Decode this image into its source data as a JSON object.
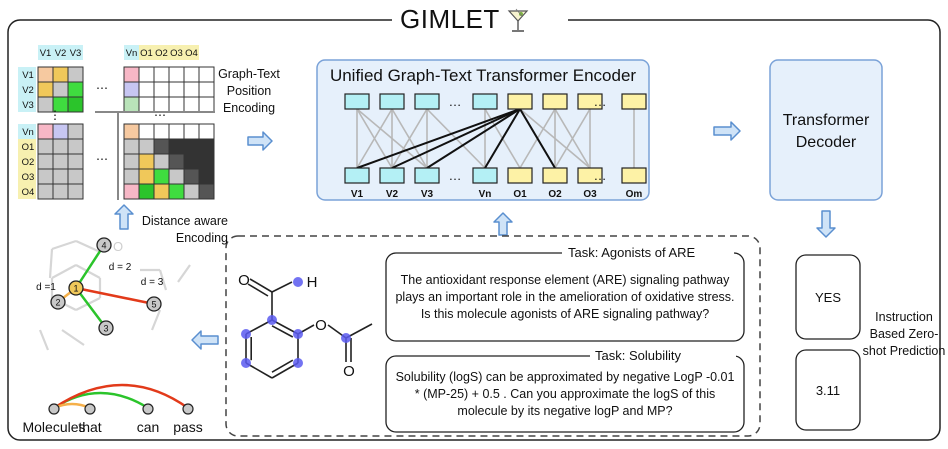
{
  "title": "GIMLET",
  "title_icon": "cocktail-glass-icon",
  "position_encoding_label": "Graph-Text Position Encoding",
  "distance_encoding_label": "Distance aware Encoding",
  "matrix": {
    "col_headers_left": [
      "V1",
      "V2",
      "V3"
    ],
    "col_headers_right": [
      "Vn",
      "O1",
      "O2",
      "O3",
      "O4"
    ],
    "row_headers_top": [
      "V1",
      "V2",
      "V3"
    ],
    "row_headers_bottom": [
      "Vn",
      "O1",
      "O2",
      "O3",
      "O4"
    ]
  },
  "encoder": {
    "title": "Unified Graph-Text Transformer Encoder",
    "bottom_labels": [
      "V1",
      "V2",
      "V3",
      "Vn",
      "O1",
      "O2",
      "O3",
      "Om"
    ]
  },
  "decoder": {
    "label_line1": "Transformer",
    "label_line2": "Decoder"
  },
  "molecule_graph": {
    "node_labels": [
      "1",
      "2",
      "3",
      "4",
      "5"
    ],
    "distance_labels": [
      "d =1",
      "d = 2",
      "d = 3"
    ],
    "oxygen_label": "O",
    "hydroxyl_label": "H"
  },
  "text_arc_words": [
    "Molecules",
    "that",
    "can",
    "pass"
  ],
  "tasks": [
    {
      "title": "Task: Agonists of ARE",
      "text": "The antioxidant response element (ARE) signaling pathway plays an important role in the amelioration of oxidative stress. Is this molecule agonists of ARE signaling pathway?",
      "answer": "YES"
    },
    {
      "title": "Task: Solubility",
      "text": "Solubility (logS) can be approximated by negative LogP -0.01 * (MP-25) + 0.5 . Can you approximate the logS of this molecule by its negative logP and MP?",
      "answer": "3.11"
    }
  ],
  "molecule_atoms": {
    "oxygen": "O",
    "hydrogen": "H"
  },
  "side_label": "Instruction Based Zero-shot Prediction",
  "colors": {
    "node_cyan": "#b4f0f5",
    "node_yellow": "#fdf2a6",
    "panel_blue": "#e6f0fb",
    "panel_border": "#7aa2d8",
    "arrow_fill": "#cfe3f7",
    "arrow_stroke": "#5a8fcf",
    "atom_blue": "#5a5af0",
    "green": "#2bc42b",
    "red": "#e23a1a",
    "orange": "#f5b04a"
  }
}
